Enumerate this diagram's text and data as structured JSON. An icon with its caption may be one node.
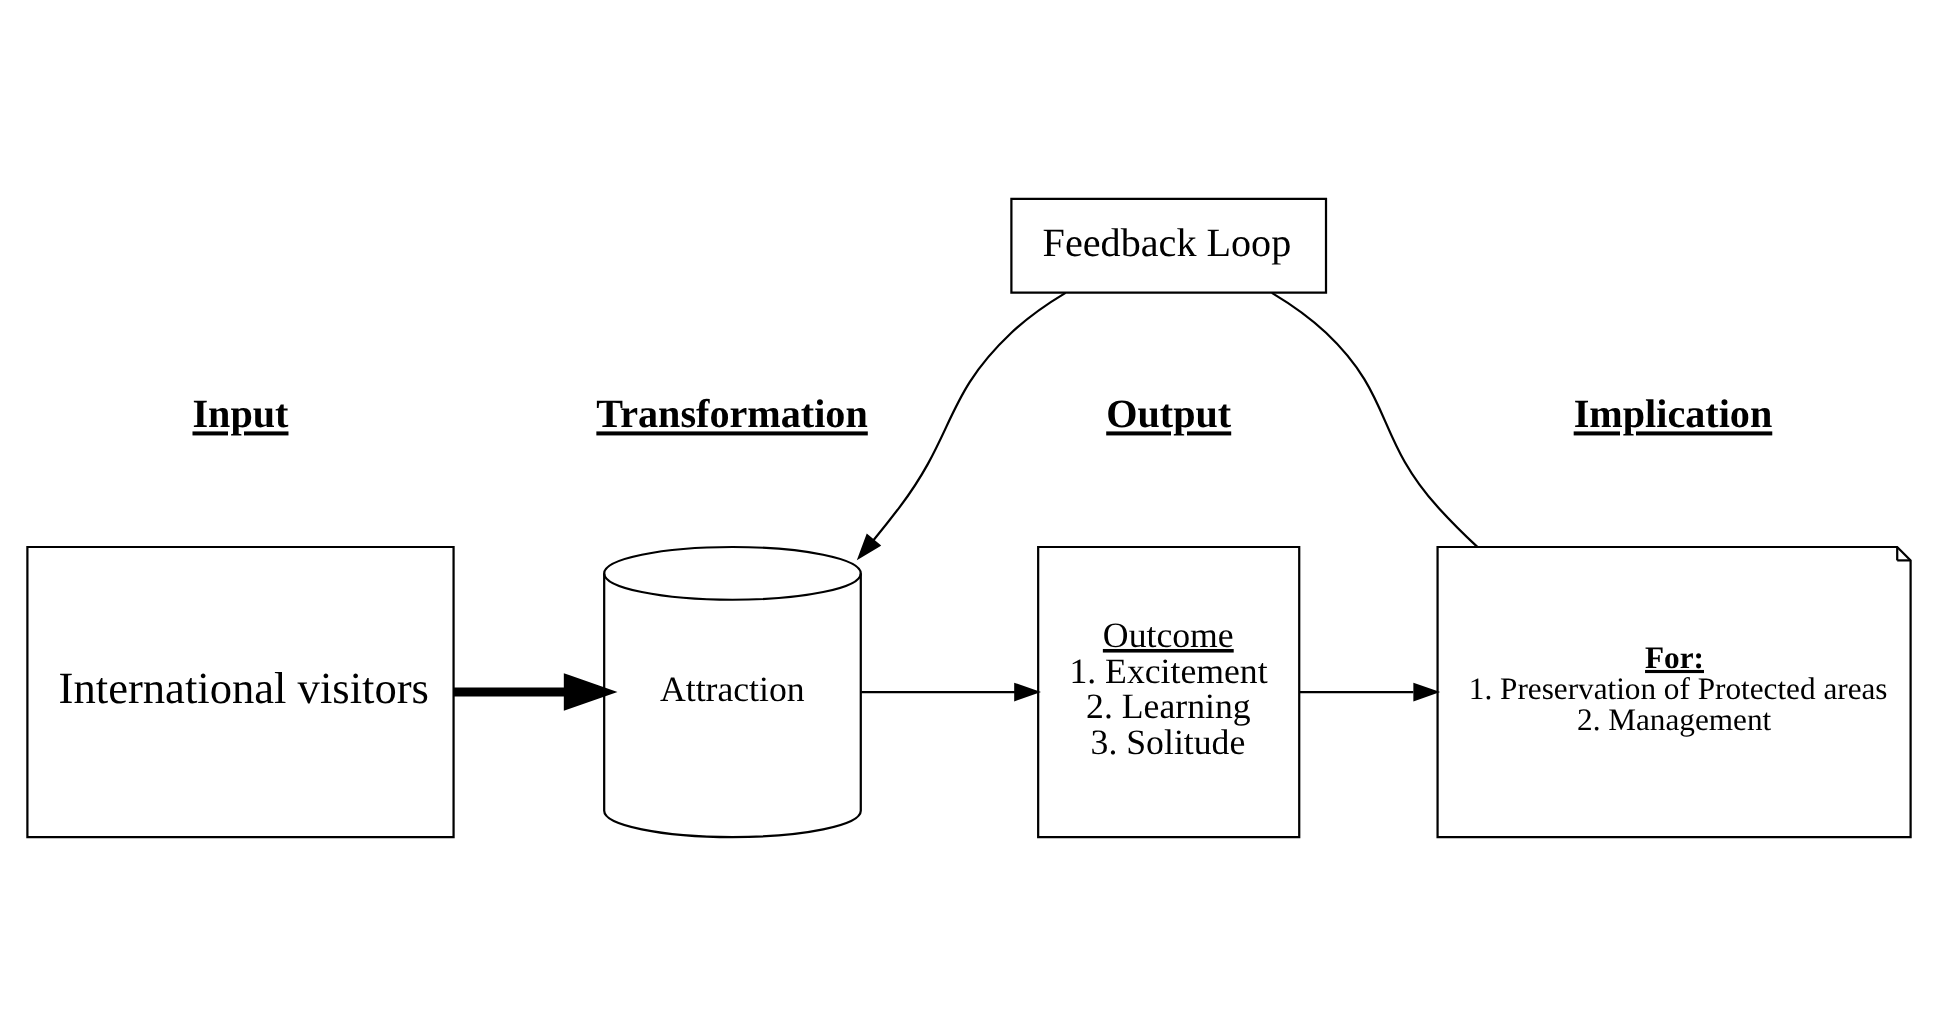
{
  "diagram": {
    "nodes": [
      {
        "text": [
          "International visitors"
        ]
      },
      {
        "text": [
          "Attraction"
        ]
      },
      {
        "text": [
          "Outcome",
          "1. Excitement",
          "2. Learning",
          "3. Solitude"
        ]
      },
      {
        "text": [
          "For:",
          "1. Preservation of Protected areas",
          "2. Management"
        ]
      },
      {
        "text": [
          "Feedback Loop"
        ]
      }
    ],
    "edges": [
      {
        "from": 0,
        "to": 1,
        "arrow": "to",
        "style": "thick"
      },
      {
        "from": 1,
        "to": 2,
        "arrow": "to"
      },
      {
        "from": 2,
        "to": 3,
        "arrow": "to"
      },
      {
        "from": 3,
        "to": 4,
        "arrow": "none"
      },
      {
        "from": 4,
        "to": 1,
        "arrow": "to"
      }
    ],
    "labels": [
      "Input",
      "Transformation",
      "Output",
      "Implication"
    ]
  }
}
